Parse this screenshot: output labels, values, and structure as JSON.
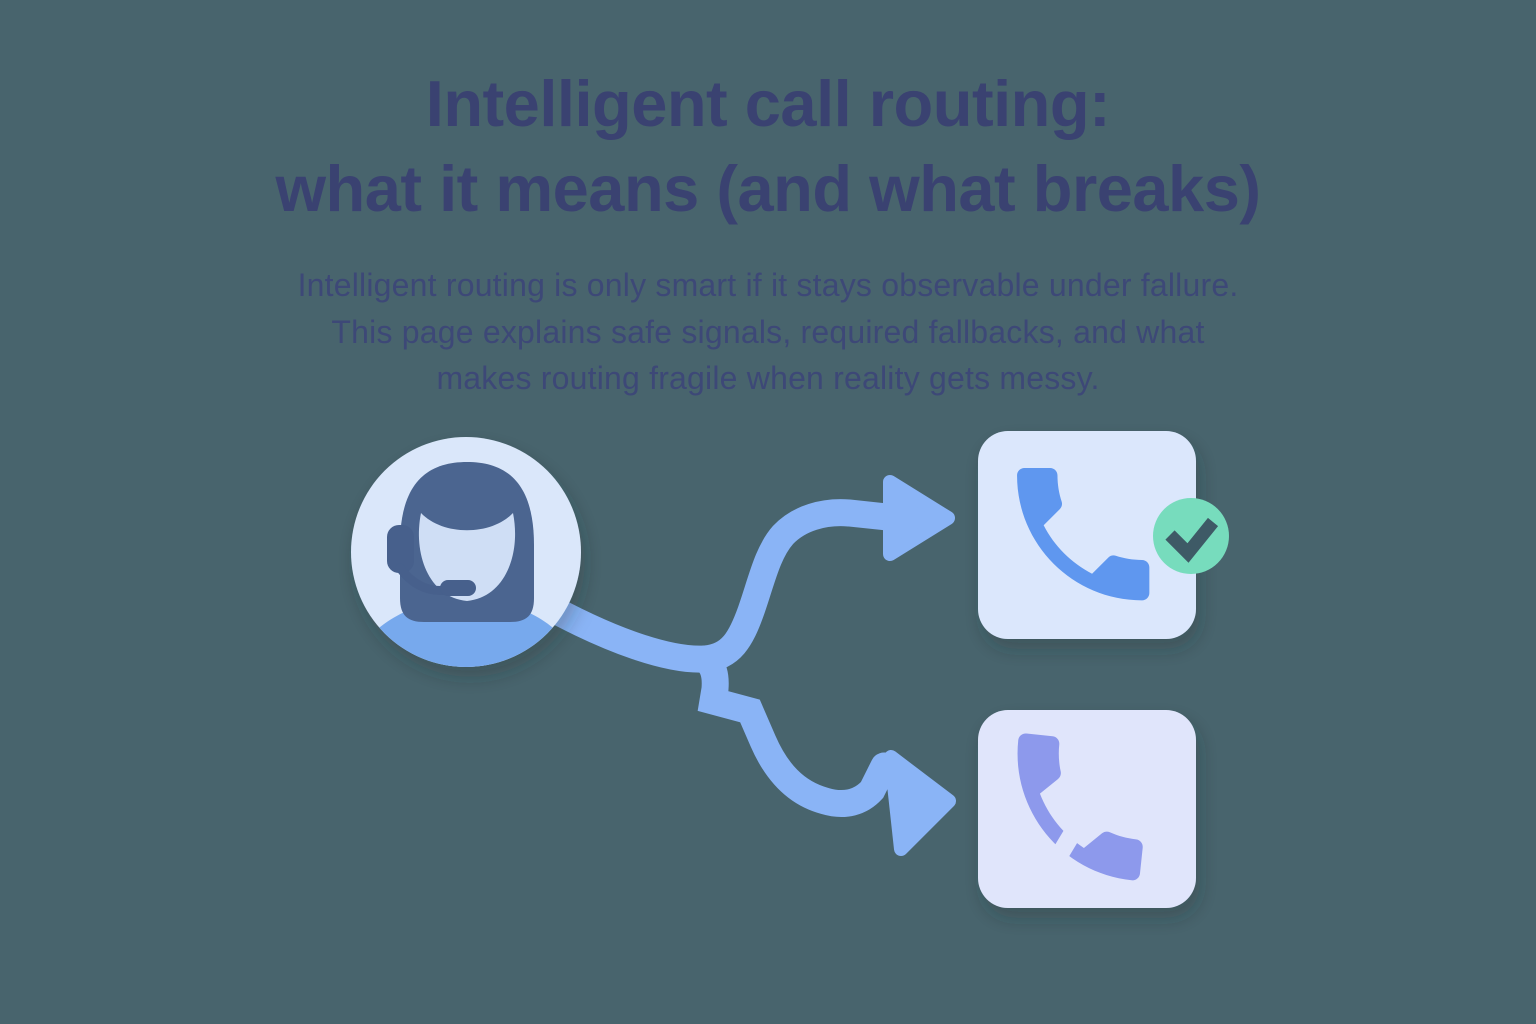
{
  "hero": {
    "title_line1": "Intelligent call routing:",
    "title_line2": "what it means (and what breaks)",
    "subtitle_line1": "Intelligent routing is only smart if it stays observable under fallure.",
    "subtitle_line2": "This page explains safe signals, required fallbacks, and what",
    "subtitle_line3": "makes routing fragile when reality gets messy."
  },
  "illustration": {
    "description": "support agent avatar with branching call route: success phone card with check badge, failed broken-phone card"
  },
  "icons": {
    "agent": "support-agent-headset-icon",
    "routes": "branching-arrows-icon",
    "phone_success": "phone-handset-icon",
    "badge": "check-circle-icon",
    "phone_failed": "broken-phone-handset-icon"
  },
  "colors": {
    "background": "#48646d",
    "title": "#3a4271",
    "subtitle": "#3d4877",
    "route": "#8ab4f6",
    "avatar_bg": "#dae7fa",
    "hair": "#4b6590",
    "face": "#cfdef5",
    "shirt": "#77a9ed",
    "headset": "#46608c",
    "card_success_bg": "#dbe7fc",
    "phone_success": "#5e97ef",
    "badge": "#77dcbd",
    "check": "#3e5a66",
    "card_failed_bg": "#e0e5fb",
    "phone_failed": "#8d99ec"
  }
}
